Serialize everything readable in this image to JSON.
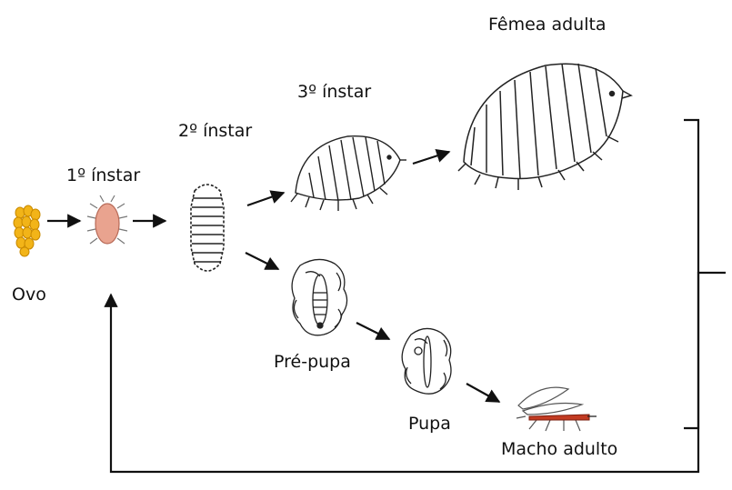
{
  "stages": {
    "egg": "Ovo",
    "instar1": "1º ínstar",
    "instar2": "2º ínstar",
    "instar3": "3º ínstar",
    "female_adult": "Fêmea adulta",
    "prepupa": "Pré-pupa",
    "pupa": "Pupa",
    "male_adult": "Macho adulto"
  },
  "colors": {
    "egg": "#f2b418",
    "egg_outline": "#c98a00",
    "instar1_body": "#e9a38f",
    "instar1_outline": "#b86a57",
    "male_body": "#c23b22",
    "line": "#111111"
  }
}
